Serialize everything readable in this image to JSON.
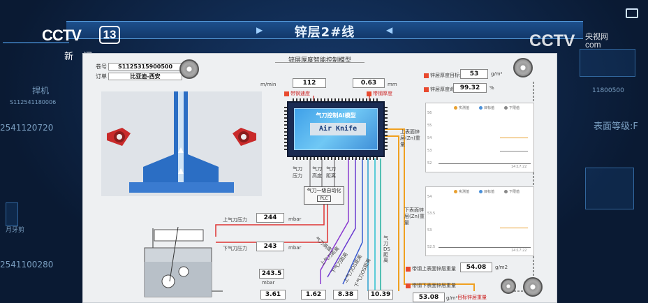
{
  "header": {
    "title": "锌层2#线"
  },
  "logos": {
    "left_brand": "CCTV",
    "left_channel": "13",
    "left_news": "新闻",
    "right_brand": "CCTV",
    "right_sub1": "央视网",
    "right_sub2": "com"
  },
  "side_left": {
    "items": [
      "捍机",
      "S112541180006",
      "2541120720",
      "月牙剪",
      "2541100280"
    ]
  },
  "side_right": {
    "items": [
      "11800500",
      "表面等级:F"
    ]
  },
  "panel": {
    "title": "锌层厚度智能控制模型",
    "info": [
      {
        "label": "卷号",
        "value": "S1125315900500"
      },
      {
        "label": "订单",
        "value": "比亚迪-西安"
      }
    ],
    "speed": {
      "unit": "m/min",
      "value": "112",
      "label": "带钢速度"
    },
    "distance": {
      "unit": "mm",
      "value": "0.63",
      "label": "带钢厚度"
    },
    "target": {
      "label": "锌层厚度目标值",
      "value": "53",
      "unit": "g/m²"
    },
    "hit_rate": {
      "label": "锌层厚度命中率",
      "value": "99.32",
      "unit": "%"
    },
    "chip": {
      "title": "气刀控制AI模型",
      "label": "Air Knife"
    },
    "chip_inputs": [
      "气刀压力",
      "气刀高度",
      "气刀距离"
    ],
    "plc": {
      "title": "气刀一级自动化",
      "tag": "PLC"
    },
    "upper_pressure": {
      "label": "上气刀压力",
      "value": "244",
      "unit": "mbar"
    },
    "lower_pressure": {
      "label": "下气刀压力",
      "value": "243",
      "unit": "mbar"
    },
    "mbar_box": {
      "value": "243.5",
      "unit": "mbar"
    },
    "bottom_values": [
      "3.61",
      "1.62",
      "8.38",
      "10.39"
    ],
    "diag_labels": [
      "气刀高度",
      "上气刀距离",
      "下气刀距离",
      "上气刀OS距离",
      "下气刀OS距离"
    ],
    "vertical_label": "气刀DS距离",
    "upper_weight": {
      "label": "带钢上表面锌层重量",
      "value": "54.08",
      "unit": "g/m2"
    },
    "lower_weight": {
      "label": "带钢下表面锌层重量",
      "value": "53.08",
      "unit": "g/m²"
    },
    "lower_weight_tag": "目标锌层重量",
    "upper_chart_label": "上表面锌层(Zn)重量",
    "lower_chart_label": "下表面锌层(Zn)重量"
  },
  "chart_data": [
    {
      "type": "line",
      "title": "上表面锌层(Zn)重量",
      "y_ticks": [
        "56",
        "55",
        "54",
        "53",
        "52"
      ],
      "x_ticks": [
        "14:17:22"
      ],
      "legend": [
        "实测值",
        "目标值",
        "下限值"
      ],
      "series": [
        {
          "name": "实测值",
          "color": "#e8a030",
          "values": [
            54.1,
            54.1,
            54.0,
            54.1
          ]
        },
        {
          "name": "目标值",
          "color": "#888888",
          "values": [
            53,
            53,
            53,
            53
          ]
        }
      ]
    },
    {
      "type": "line",
      "title": "下表面锌层(Zn)重量",
      "y_ticks": [
        "54",
        "53.5",
        "53",
        "52.5"
      ],
      "x_ticks": [
        "14:17:22"
      ],
      "legend": [
        "实测值",
        "目标值",
        "下限值"
      ],
      "series": [
        {
          "name": "实测值",
          "color": "#e8a030",
          "values": [
            53.1,
            53.1,
            53.0,
            53.1
          ]
        }
      ]
    }
  ]
}
